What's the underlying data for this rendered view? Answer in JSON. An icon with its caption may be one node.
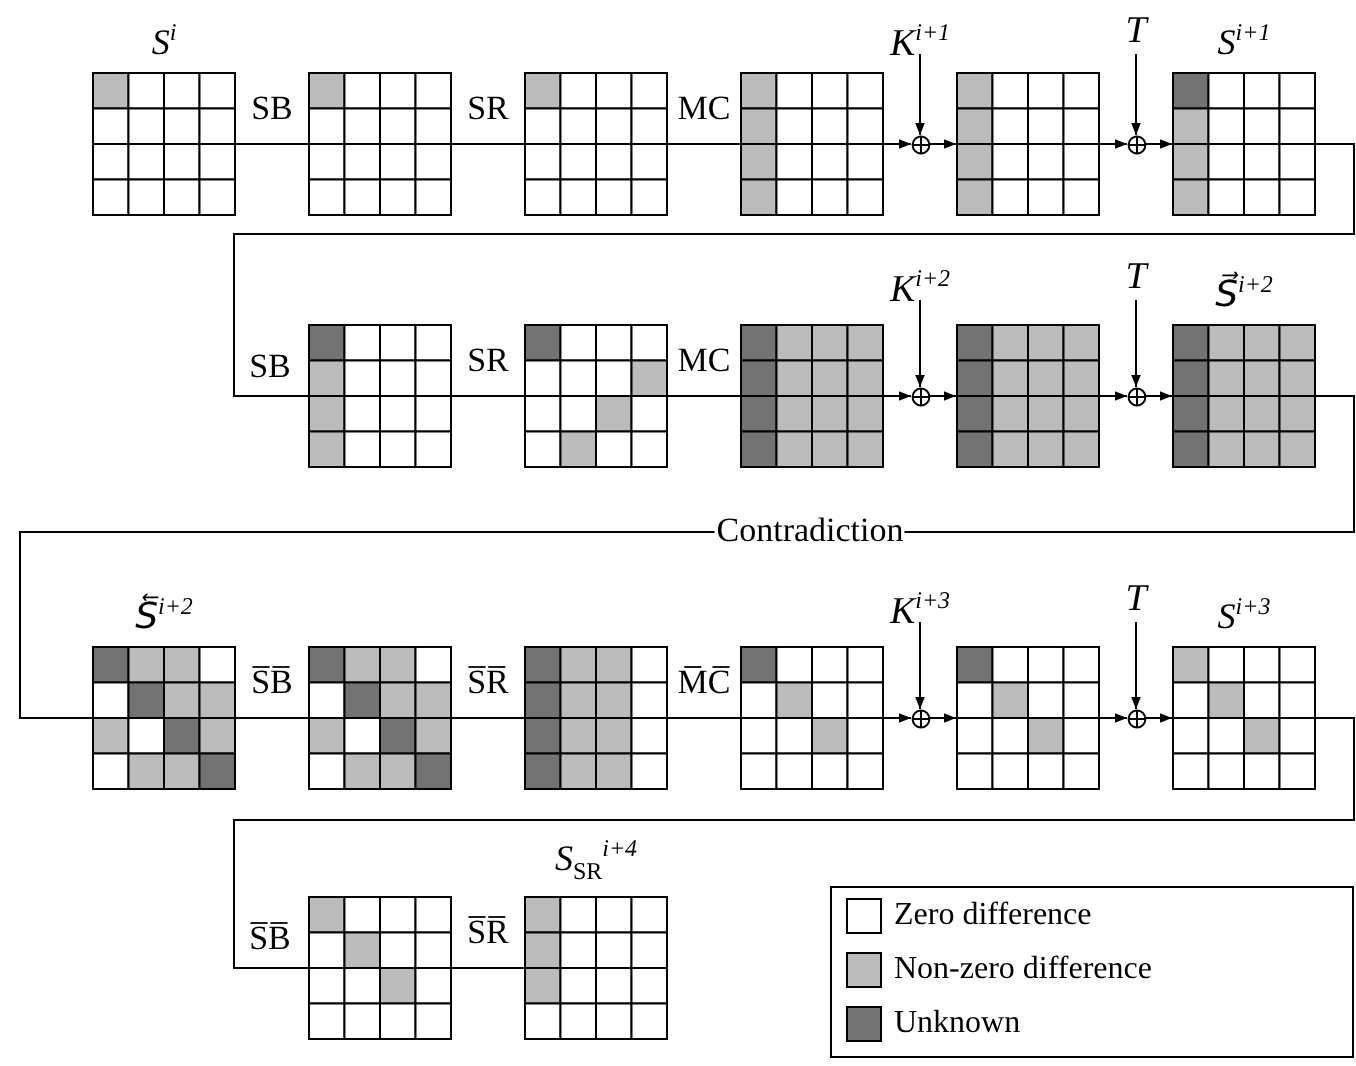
{
  "diagram": {
    "nodes": [
      {
        "text": [
          "S$^{i}$"
        ]
      },
      {
        "text": [],
        "shape": "grid"
      },
      {
        "text": [],
        "shape": "grid"
      },
      {
        "text": [],
        "shape": "grid"
      },
      {
        "text": [
          "K$^{i+1}$"
        ]
      },
      {
        "text": [],
        "shape": "circle"
      },
      {
        "text": [],
        "shape": "grid"
      },
      {
        "text": [
          "T"
        ]
      },
      {
        "text": [],
        "shape": "circle"
      },
      {
        "text": [
          "S$^{i+1}$"
        ]
      },
      {
        "text": [],
        "shape": "grid"
      },
      {
        "text": [],
        "shape": "grid"
      },
      {
        "text": [],
        "shape": "grid"
      },
      {
        "text": [
          "K$^{i+2}$"
        ]
      },
      {
        "text": [],
        "shape": "circle"
      },
      {
        "text": [],
        "shape": "grid"
      },
      {
        "text": [
          "T"
        ]
      },
      {
        "text": [],
        "shape": "circle"
      },
      {
        "text": [
          "S⃗$^{i+2}$"
        ]
      },
      {
        "text": [
          "S⃖$^{i+2}$"
        ]
      },
      {
        "text": [],
        "shape": "grid"
      },
      {
        "text": [],
        "shape": "grid"
      },
      {
        "text": [],
        "shape": "grid"
      },
      {
        "text": [
          "K$^{i+3}$"
        ]
      },
      {
        "text": [],
        "shape": "circle"
      },
      {
        "text": [],
        "shape": "grid"
      },
      {
        "text": [
          "T"
        ]
      },
      {
        "text": [],
        "shape": "circle"
      },
      {
        "text": [
          "S$^{i+3}$"
        ]
      },
      {
        "text": [],
        "shape": "grid"
      },
      {
        "text": [
          "S$_{SR}$$^{i+4}$"
        ]
      }
    ],
    "edges": [
      {
        "from": 0,
        "to": 1,
        "arrow": "none",
        "label": "SB"
      },
      {
        "from": 1,
        "to": 2,
        "arrow": "none",
        "label": "SR"
      },
      {
        "from": 2,
        "to": 3,
        "arrow": "none",
        "label": "MC"
      },
      {
        "from": 3,
        "to": 5,
        "arrow": "to"
      },
      {
        "from": 4,
        "to": 5,
        "arrow": "to"
      },
      {
        "from": 5,
        "to": 6,
        "arrow": "to"
      },
      {
        "from": 6,
        "to": 8,
        "arrow": "to"
      },
      {
        "from": 7,
        "to": 8,
        "arrow": "to"
      },
      {
        "from": 8,
        "to": 9,
        "arrow": "to"
      },
      {
        "from": 9,
        "to": 10,
        "arrow": "none",
        "label": "SB"
      },
      {
        "from": 10,
        "to": 11,
        "arrow": "none",
        "label": "SR"
      },
      {
        "from": 11,
        "to": 12,
        "arrow": "none",
        "label": "MC"
      },
      {
        "from": 12,
        "to": 14,
        "arrow": "to"
      },
      {
        "from": 13,
        "to": 14,
        "arrow": "to"
      },
      {
        "from": 14,
        "to": 15,
        "arrow": "to"
      },
      {
        "from": 15,
        "to": 17,
        "arrow": "to"
      },
      {
        "from": 16,
        "to": 17,
        "arrow": "to"
      },
      {
        "from": 17,
        "to": 18,
        "arrow": "to"
      },
      {
        "from": 18,
        "to": 19,
        "arrow": "none",
        "label": "Contradiction"
      },
      {
        "from": 19,
        "to": 20,
        "arrow": "none",
        "label": "S̅B̅"
      },
      {
        "from": 20,
        "to": 21,
        "arrow": "none",
        "label": "S̅R̅"
      },
      {
        "from": 21,
        "to": 22,
        "arrow": "none",
        "label": "M̅C̅"
      },
      {
        "from": 22,
        "to": 24,
        "arrow": "to"
      },
      {
        "from": 23,
        "to": 24,
        "arrow": "to"
      },
      {
        "from": 24,
        "to": 25,
        "arrow": "to"
      },
      {
        "from": 25,
        "to": 27,
        "arrow": "to"
      },
      {
        "from": 26,
        "to": 27,
        "arrow": "to"
      },
      {
        "from": 27,
        "to": 28,
        "arrow": "to"
      },
      {
        "from": 28,
        "to": 29,
        "arrow": "none",
        "label": "S̅B̅"
      },
      {
        "from": 29,
        "to": 30,
        "arrow": "none",
        "label": "S̅R̅"
      }
    ],
    "legend": [
      {
        "text": "Zero difference",
        "color": "#ffffff"
      },
      {
        "text": "Non-zero difference",
        "color": "#bbbbbb"
      },
      {
        "text": "Unknown",
        "color": "#737373"
      }
    ]
  }
}
